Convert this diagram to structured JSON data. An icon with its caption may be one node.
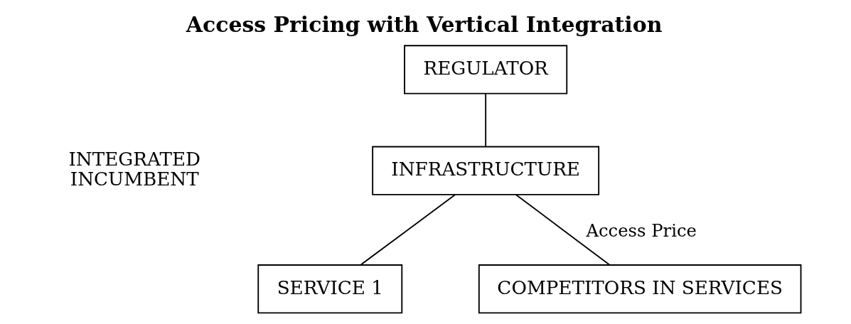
{
  "diagram": {
    "title": "Access Pricing with Vertical Integration",
    "nodes": [
      {
        "text": [
          "REGULATOR"
        ]
      },
      {
        "text": [
          "INFRASTRUCTURE"
        ]
      },
      {
        "text": [
          "SERVICE 1"
        ]
      },
      {
        "text": [
          "COMPETITORS IN SERVICES"
        ]
      }
    ],
    "edges": [
      {
        "from": 0,
        "to": 1,
        "arrow": "none"
      },
      {
        "from": 1,
        "to": 2,
        "arrow": "none"
      },
      {
        "from": 1,
        "to": 3,
        "arrow": "none",
        "label": "Access Price"
      }
    ],
    "labels": [
      "INTEGRATED INCUMBENT"
    ]
  }
}
